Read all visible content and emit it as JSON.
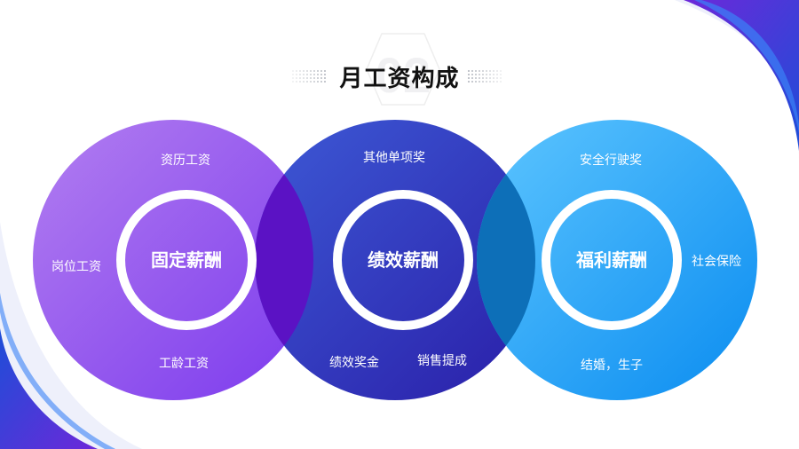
{
  "section_number": "02",
  "title": "月工资构成",
  "circles": [
    {
      "center_label": "固定薪酬",
      "items": {
        "top": "资历工资",
        "left": "岗位工资",
        "bottom": "工龄工资"
      },
      "gradient": [
        "#b27ef0",
        "#7c3aed"
      ]
    },
    {
      "center_label": "绩效薪酬",
      "items": {
        "top": "其他单项奖",
        "bottom_left": "绩效奖金",
        "bottom_right": "销售提成"
      },
      "gradient": [
        "#3d5ad6",
        "#2a1ea8"
      ]
    },
    {
      "center_label": "福利薪酬",
      "items": {
        "top": "安全行驶奖",
        "right": "社会保险",
        "bottom": "结婚，生子"
      },
      "gradient": [
        "#5ec6ff",
        "#0a8cf0"
      ]
    }
  ],
  "colors": {
    "overlap_left": "#5b12c4",
    "overlap_right": "#0d6fb8",
    "accent_purple": "#6d28d9",
    "accent_blue": "#1d4ed8"
  }
}
